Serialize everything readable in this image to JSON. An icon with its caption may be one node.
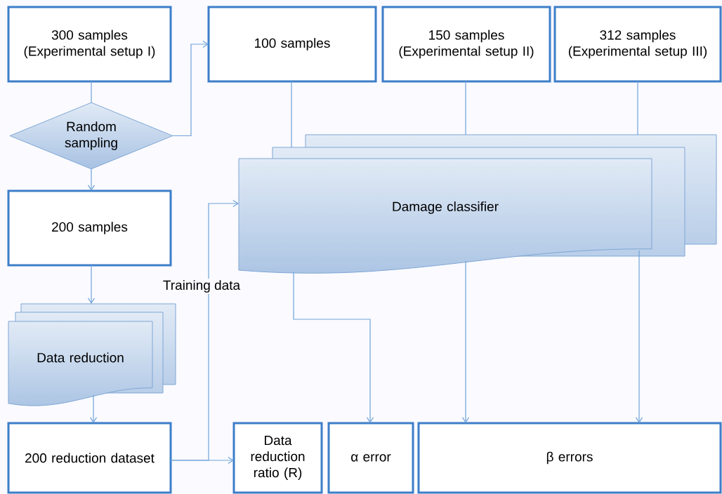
{
  "diagram": {
    "nodes": [
      {
        "text": [
          "300 samples (Experimental setup I)"
        ]
      },
      {
        "text": [
          "Random sampling"
        ]
      },
      {
        "text": [
          "100 samples"
        ]
      },
      {
        "text": [
          "150 samples (Experimental setup II)"
        ]
      },
      {
        "text": [
          "312 samples (Experimental setup III)"
        ]
      },
      {
        "text": [
          "Damage classifier"
        ]
      },
      {
        "text": [
          "200 samples"
        ]
      },
      {
        "text": [
          "Data reduction"
        ]
      },
      {
        "text": [
          "200 reduction dataset"
        ]
      },
      {
        "text": [
          "Data reduction ratio (R)"
        ]
      },
      {
        "text": [
          "α error"
        ]
      },
      {
        "text": [
          "β errors"
        ]
      }
    ],
    "edges": [
      {
        "from": 0,
        "to": 1,
        "arrow": "none"
      },
      {
        "from": 1,
        "to": 2,
        "arrow": "to"
      },
      {
        "from": 1,
        "to": 6,
        "arrow": "to"
      },
      {
        "from": 2,
        "to": 5,
        "arrow": "none"
      },
      {
        "from": 3,
        "to": 5,
        "arrow": "none"
      },
      {
        "from": 4,
        "to": 5,
        "arrow": "none"
      },
      {
        "from": 5,
        "to": 10,
        "arrow": "to"
      },
      {
        "from": 5,
        "to": 11,
        "arrow": "to"
      },
      {
        "from": 5,
        "to": 11,
        "arrow": "to"
      },
      {
        "from": 6,
        "to": 7,
        "arrow": "to"
      },
      {
        "from": 7,
        "to": 8,
        "arrow": "to"
      },
      {
        "from": 8,
        "to": 9,
        "arrow": "to"
      },
      {
        "from": 8,
        "to": 5,
        "arrow": "to",
        "label": "Training data"
      }
    ]
  }
}
